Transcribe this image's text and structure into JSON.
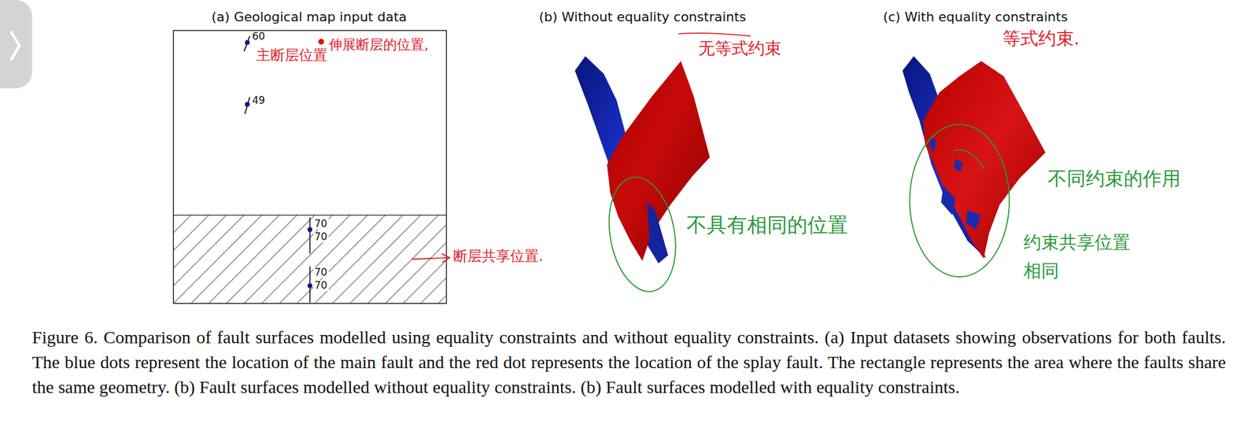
{
  "diagram": {
    "caption": "Figure 6. Comparison of fault surfaces modelled using equality constraints and without equality constraints. (a) Input datasets showing observations for both faults. The blue dots represent the location of the main fault and the red dot represents the location of the splay fault. The rectangle represents the area where the faults share the same geometry. (b) Fault surfaces modelled without equality constraints. (b) Fault surfaces modelled with equality constraints.",
    "labels": [
      "(a) Geological map input data",
      "(b) Without equality constraints",
      "(c) With equality constraints",
      "60",
      "49",
      "70",
      "70",
      "70",
      "70",
      "主断层位置",
      "伸展断层的位置,",
      "断层共享位置.",
      "无等式约束",
      "不具有相同的位置",
      "等式约束.",
      "不同约束的作用",
      "约束共享位置 相同"
    ]
  }
}
